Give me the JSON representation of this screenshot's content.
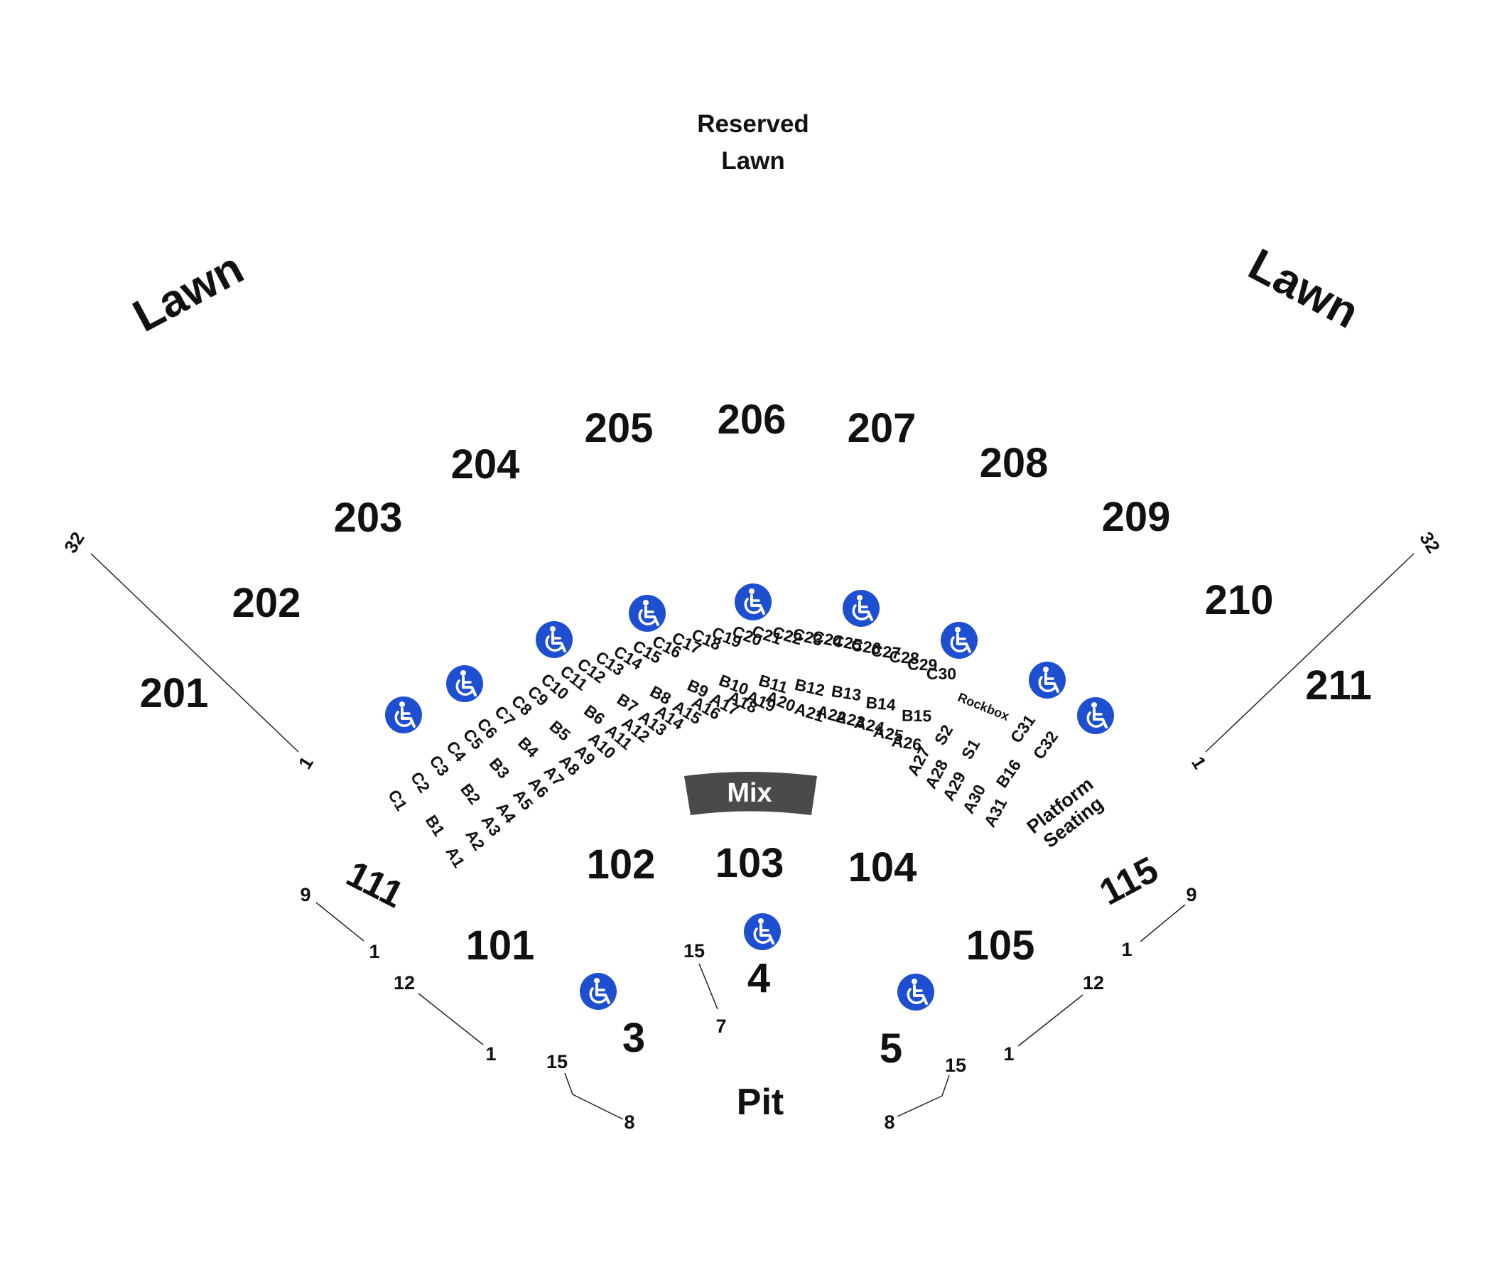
{
  "map": {
    "reserved_lawn": [
      "Reserved",
      "Lawn"
    ],
    "lawn_left": "Lawn",
    "lawn_right": "Lawn",
    "mix": "Mix",
    "pit": "Pit",
    "platform": [
      "Platform",
      "Seating"
    ],
    "rockbox": "Rockbox"
  },
  "sections": {
    "s201": "201",
    "s202": "202",
    "s203": "203",
    "s204": "204",
    "s205": "205",
    "s206": "206",
    "s207": "207",
    "s208": "208",
    "s209": "209",
    "s210": "210",
    "s211": "211",
    "s101": "101",
    "s102": "102",
    "s103": "103",
    "s104": "104",
    "s105": "105",
    "s111": "111",
    "s115": "115",
    "s3": "3",
    "s4": "4",
    "s5": "5"
  },
  "row_labels": {
    "c": [
      "C1",
      "C2",
      "C3",
      "C4",
      "C5",
      "C6",
      "C7",
      "C8",
      "C9",
      "C10",
      "C11",
      "C12",
      "C13",
      "C14",
      "C15",
      "C16",
      "C17",
      "C18",
      "C19",
      "C20",
      "C21",
      "C22",
      "C23",
      "C24",
      "C25",
      "C26",
      "C27",
      "C28",
      "C29",
      "C30",
      "C31",
      "C32"
    ],
    "b": [
      "B1",
      "B2",
      "B3",
      "B4",
      "B5",
      "B6",
      "B7",
      "B8",
      "B9",
      "B10",
      "B11",
      "B12",
      "B13",
      "B14",
      "B15",
      "S2",
      "S1",
      "B16"
    ],
    "a": [
      "A1",
      "A2",
      "A3",
      "A4",
      "A5",
      "A6",
      "A7",
      "A8",
      "A9",
      "A10",
      "A11",
      "A12",
      "A13",
      "A14",
      "A15",
      "A16",
      "A17",
      "A18",
      "A19",
      "A20",
      "A21",
      "A22",
      "A23",
      "A24",
      "A25",
      "A26",
      "A27",
      "A28",
      "A29",
      "A30",
      "A31"
    ]
  },
  "row_ranges": {
    "left_lawn_hi": "32",
    "left_lawn_lo": "1",
    "right_lawn_hi": "32",
    "right_lawn_lo": "1",
    "s111_hi": "9",
    "s111_lo": "1",
    "s101_hi": "12",
    "s101_lo": "1",
    "s3_hi": "15",
    "s3_lo": "8",
    "s4_hi": "15",
    "s4_lo": "7",
    "s5_hi": "15",
    "s5_lo": "8",
    "s105_hi": "12",
    "s105_lo": "1",
    "s115_hi": "9",
    "s115_lo": "1"
  },
  "colors": {
    "accessible": "#1f4fd1",
    "mix_booth": "#4a4a4a"
  },
  "icons": {
    "accessible": "wheelchair-icon"
  }
}
